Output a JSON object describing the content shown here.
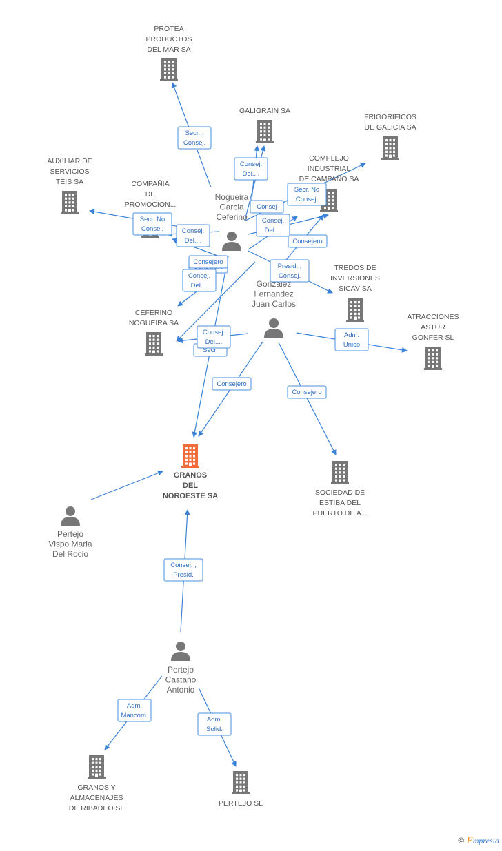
{
  "colors": {
    "building": "#777777",
    "focal_building": "#f26b3a",
    "person": "#777777",
    "edge": "#3b82d6"
  },
  "nodes": [
    {
      "id": "protea",
      "type": "company",
      "lines": [
        "PROTEA",
        "PRODUCTOS",
        "DEL MAR SA"
      ]
    },
    {
      "id": "galigrain",
      "type": "company",
      "lines": [
        "GALIGRAIN SA"
      ]
    },
    {
      "id": "frigorificos",
      "type": "company",
      "lines": [
        "FRIGORIFICOS",
        "DE GALICIA SA"
      ]
    },
    {
      "id": "auxiliar",
      "type": "company",
      "lines": [
        "AUXILIAR DE",
        "SERVICIOS",
        "TEIS SA"
      ]
    },
    {
      "id": "compania",
      "type": "company",
      "lines": [
        "COMPAÑIA",
        "DE",
        "PROMOCION..."
      ]
    },
    {
      "id": "complejo",
      "type": "company",
      "lines": [
        "COMPLEJO",
        "INDUSTRIAL",
        "DE CAMPAÑO SA"
      ]
    },
    {
      "id": "tredos",
      "type": "company",
      "lines": [
        "TREDOS DE",
        "INVERSIONES",
        "SICAV SA"
      ]
    },
    {
      "id": "ceferino",
      "type": "company",
      "lines": [
        "CEFERINO",
        "NOGUEIRA SA"
      ]
    },
    {
      "id": "atracciones",
      "type": "company",
      "lines": [
        "ATRACCIONES",
        "ASTUR",
        "GONFER SL"
      ]
    },
    {
      "id": "granos",
      "type": "focal",
      "lines": [
        "GRANOS",
        "DEL",
        "NOROESTE SA"
      ]
    },
    {
      "id": "sociedad",
      "type": "company",
      "lines": [
        "SOCIEDAD DE",
        "ESTIBA DEL",
        "PUERTO DE A..."
      ]
    },
    {
      "id": "granos_alm",
      "type": "company",
      "lines": [
        "GRANOS Y",
        "ALMACENAJES",
        "DE RIBADEO SL"
      ]
    },
    {
      "id": "pertejo_sl",
      "type": "company",
      "lines": [
        "PERTEJO SL"
      ]
    },
    {
      "id": "nogueira",
      "type": "person",
      "lines": [
        "Nogueira",
        "Garcia",
        "Ceferino"
      ]
    },
    {
      "id": "gonzalez",
      "type": "person",
      "lines": [
        "Gonzalez",
        "Fernandez",
        "Juan Carlos"
      ]
    },
    {
      "id": "pertejo_maria",
      "type": "person",
      "lines": [
        "Pertejo",
        "Vispo Maria",
        "Del Rocio"
      ]
    },
    {
      "id": "pertejo_antonio",
      "type": "person",
      "lines": [
        "Pertejo",
        "Castaño",
        "Antonio"
      ]
    }
  ],
  "edges": [
    {
      "id": "e1",
      "lines": [
        "Secr. ,",
        "Consej."
      ]
    },
    {
      "id": "e2",
      "lines": [
        "Consej.",
        "Del...."
      ]
    },
    {
      "id": "e3",
      "lines": [
        "Consej"
      ]
    },
    {
      "id": "e4",
      "lines": [
        "Secr. No",
        "Consej."
      ]
    },
    {
      "id": "e5",
      "lines": [
        "Consej.",
        "Del...."
      ]
    },
    {
      "id": "e6",
      "lines": [
        "Consejero"
      ]
    },
    {
      "id": "e7",
      "lines": [
        "Secr. No",
        "Consej."
      ]
    },
    {
      "id": "e8",
      "lines": [
        "Consej.",
        "Del...."
      ]
    },
    {
      "id": "e9",
      "lines": [
        "Presid. ,",
        "Consej."
      ]
    },
    {
      "id": "e10",
      "lines": [
        "Consejero"
      ]
    },
    {
      "id": "e11",
      "lines": [
        "Consej.",
        "Del...."
      ]
    },
    {
      "id": "e12",
      "lines": [
        "Secr."
      ]
    },
    {
      "id": "e13",
      "lines": [
        "Consej.",
        "Del...."
      ]
    },
    {
      "id": "e14",
      "lines": [
        "Adm.",
        "Unico"
      ]
    },
    {
      "id": "e15",
      "lines": [
        "Consejero"
      ]
    },
    {
      "id": "e16",
      "lines": [
        "Consejero"
      ]
    },
    {
      "id": "e17",
      "lines": [
        "Consejero"
      ]
    },
    {
      "id": "e18",
      "lines": [
        "Consej. ,",
        "Presid."
      ]
    },
    {
      "id": "e19",
      "lines": [
        "Adm.",
        "Mancom."
      ]
    },
    {
      "id": "e20",
      "lines": [
        "Adm.",
        "Solid."
      ]
    }
  ],
  "brand": {
    "symbol": "©",
    "first": "E",
    "rest": "mpresia"
  }
}
